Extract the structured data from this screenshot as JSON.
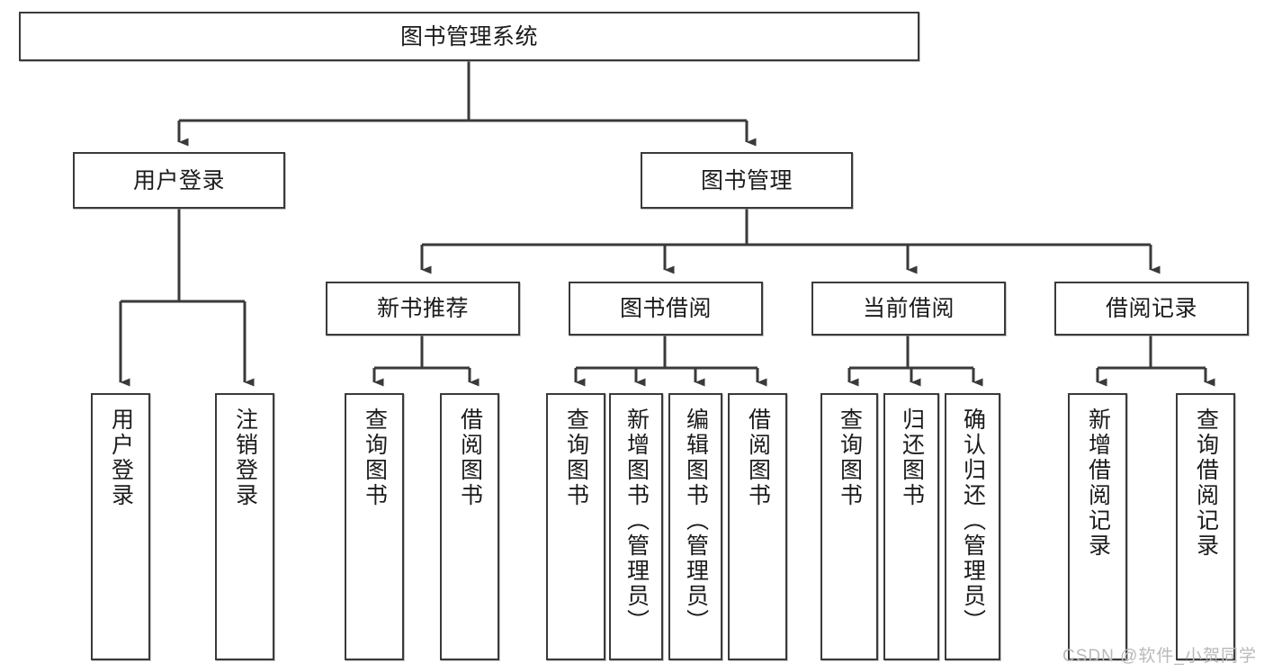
{
  "diagram": {
    "type": "tree",
    "title": "图书管理系统",
    "watermark": "CSDN @软件_小贺同学",
    "colors": {
      "stroke": "#3a3a3a",
      "box_fill": "#ffffff",
      "text": "#1b1b1b",
      "watermark": "#b9b9b9",
      "page_background": "#ffffff"
    },
    "root": {
      "label": "图书管理系统",
      "orientation": "horizontal"
    },
    "level2": [
      {
        "label": "用户登录",
        "orientation": "horizontal"
      },
      {
        "label": "图书管理",
        "orientation": "horizontal"
      }
    ],
    "level3": [
      {
        "label": "新书推荐",
        "orientation": "horizontal"
      },
      {
        "label": "图书借阅",
        "orientation": "horizontal"
      },
      {
        "label": "当前借阅",
        "orientation": "horizontal"
      },
      {
        "label": "借阅记录",
        "orientation": "horizontal"
      }
    ],
    "leaves_user_login": [
      {
        "label": "用户登录",
        "orientation": "vertical"
      },
      {
        "label": "注销登录",
        "orientation": "vertical"
      }
    ],
    "leaves_new_book": [
      {
        "label": "查询图书",
        "orientation": "vertical"
      },
      {
        "label": "借阅图书",
        "orientation": "vertical"
      }
    ],
    "leaves_borrow": [
      {
        "label": "查询图书",
        "orientation": "vertical"
      },
      {
        "label": "新增图书（管理员）",
        "orientation": "vertical"
      },
      {
        "label": "编辑图书（管理员）",
        "orientation": "vertical"
      },
      {
        "label": "借阅图书",
        "orientation": "vertical"
      }
    ],
    "leaves_current": [
      {
        "label": "查询图书",
        "orientation": "vertical"
      },
      {
        "label": "归还图书",
        "orientation": "vertical"
      },
      {
        "label": "确认归还（管理员）",
        "orientation": "vertical"
      }
    ],
    "leaves_records": [
      {
        "label": "新增借阅记录",
        "orientation": "vertical"
      },
      {
        "label": "查询借阅记录",
        "orientation": "vertical"
      }
    ]
  }
}
